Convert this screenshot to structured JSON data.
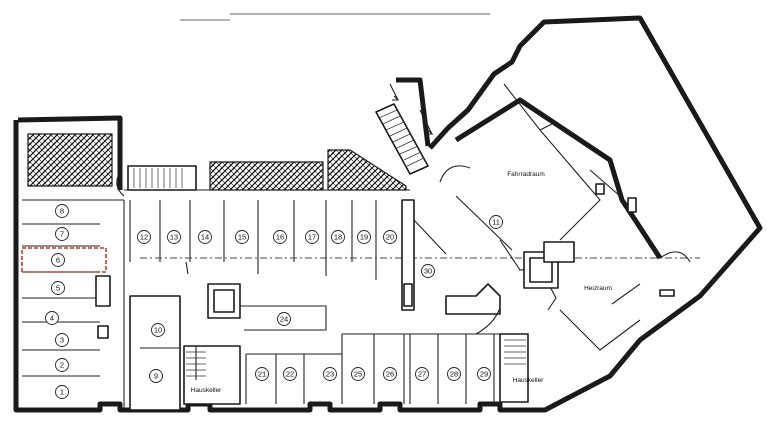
{
  "plan": {
    "rooms": {
      "fahrradraum": "Fahrradraum",
      "heizraum": "Heizraum",
      "hauskeller_left": "Hauskeller",
      "hauskeller_right": "Hauskeller"
    },
    "parking_numbers": [
      "1",
      "2",
      "3",
      "4",
      "5",
      "6",
      "7",
      "8",
      "9",
      "10",
      "11",
      "12",
      "13",
      "14",
      "15",
      "16",
      "17",
      "18",
      "19",
      "20",
      "21",
      "22",
      "23",
      "24",
      "25",
      "26",
      "27",
      "28",
      "29",
      "30"
    ],
    "highlighted_space": "6",
    "colors": {
      "walls": "#1a1a1a",
      "highlight": "#c0392b",
      "background": "#ffffff"
    }
  }
}
